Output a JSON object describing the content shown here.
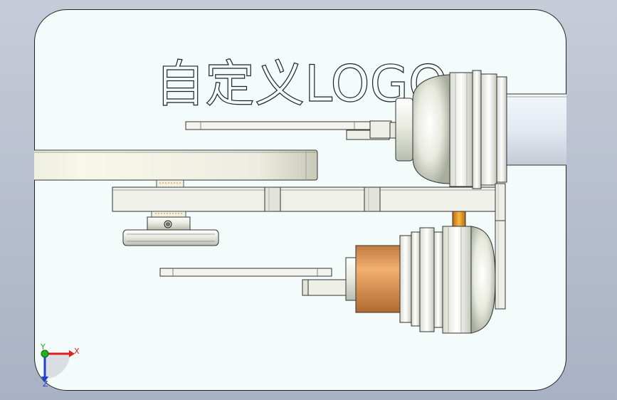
{
  "window": {
    "title": ""
  },
  "viewport": {
    "background_color": "#f3fbfb",
    "outside_color": "#b3bacb"
  },
  "logo": {
    "text": "自定义LOGO"
  },
  "triad": {
    "x_label": "X",
    "y_label": "Y",
    "z_label": "Z",
    "x_color": "#e02020",
    "y_color": "#20b020",
    "z_color": "#2040d0"
  },
  "model": {
    "top_motor_color": "#eceee6",
    "bottom_motor_coupler_color": "#e09a5a",
    "bracket_pin_color": "#e8a030",
    "frame_color": "#f0f1ea"
  }
}
